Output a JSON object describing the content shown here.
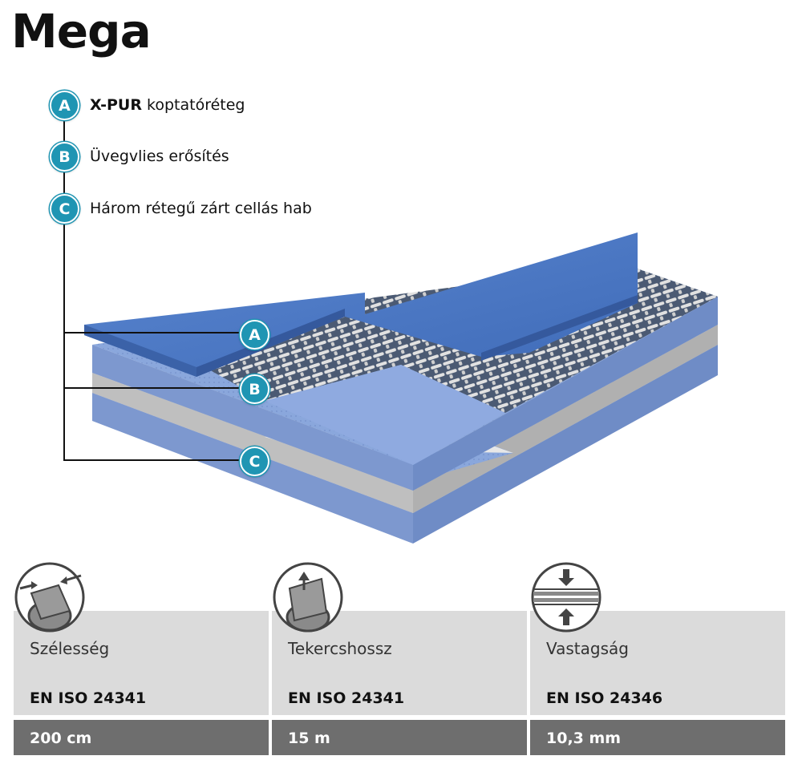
{
  "title": "Mega",
  "legend": [
    {
      "letter": "A",
      "bold": "X-PUR",
      "text": " koptatóréteg"
    },
    {
      "letter": "B",
      "bold": "",
      "text": "Üvegvlies erősítés"
    },
    {
      "letter": "C",
      "bold": "",
      "text": "Három rétegű zárt cellás hab"
    }
  ],
  "markers": [
    "A",
    "B",
    "C"
  ],
  "colors": {
    "accent": "#1f95b3",
    "wear_layer": "#4a78c4",
    "foam_layer": "#7f9fd8",
    "glass_fleece": "#c9c9c9",
    "value_bar": "#6e6e6e",
    "label_panel": "#dbdbdb"
  },
  "specs": [
    {
      "icon": "width-roll-icon",
      "label": "Szélesség",
      "standard": "EN ISO 24341",
      "value": "200 cm"
    },
    {
      "icon": "roll-length-icon",
      "label": "Tekercshossz",
      "standard": "EN ISO 24341",
      "value": "15 m"
    },
    {
      "icon": "thickness-icon",
      "label": "Vastagság",
      "standard": "EN ISO 24346",
      "value": "10,3 mm"
    }
  ]
}
